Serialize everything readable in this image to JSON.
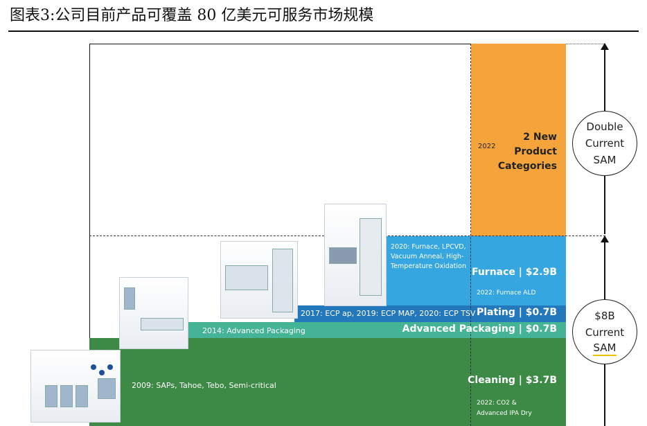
{
  "figure_title": "图表3:公司目前产品可覆盖 80 亿美元可服务市场规模",
  "colors": {
    "cleaning": "#3c8a45",
    "advanced_packaging": "#45b496",
    "plating": "#2377bb",
    "furnace": "#36a6e0",
    "new_categories": "#f5a43c",
    "axis": "#111111"
  },
  "chart_data": {
    "type": "bar",
    "stack_order_bottom_to_top": [
      "Cleaning",
      "Advanced Packaging",
      "Plating",
      "Furnace",
      "2 New Product Categories"
    ],
    "segments": [
      {
        "key": "cleaning",
        "name": "Cleaning",
        "label": "Cleaning | $3.7B",
        "value": 3.7,
        "note": "2022: CO2 & Advanced IPA Dry",
        "product_history": "2009: SAPs, Tahoe, Tebo, Semi-critical"
      },
      {
        "key": "advanced_packaging",
        "name": "Advanced Packaging",
        "label": "Advanced Packaging | $0.7B",
        "value": 0.7,
        "product_history": "2014: Advanced Packaging"
      },
      {
        "key": "plating",
        "name": "Plating",
        "label": "Plating | $0.7B",
        "value": 0.7,
        "product_history": "2017: ECP ap, 2019: ECP MAP, 2020: ECP TSV"
      },
      {
        "key": "furnace",
        "name": "Furnace",
        "label": "Furnace | $2.9B",
        "value": 2.9,
        "note": "2022: Furnace ALD",
        "product_history": "2020: Furnace, LPCVD, Vacuum Anneal, High-Temperature Oxidation"
      },
      {
        "key": "new_categories",
        "name": "2 New Product Categories",
        "label_lines": [
          "2 New",
          "Product",
          "Categories"
        ],
        "year": "2022"
      }
    ],
    "current_sam_total": 8,
    "current_sam_label_lines": [
      "$8B",
      "Current",
      "SAM"
    ],
    "double_sam_label_lines": [
      "Double",
      "Current",
      "SAM"
    ]
  }
}
